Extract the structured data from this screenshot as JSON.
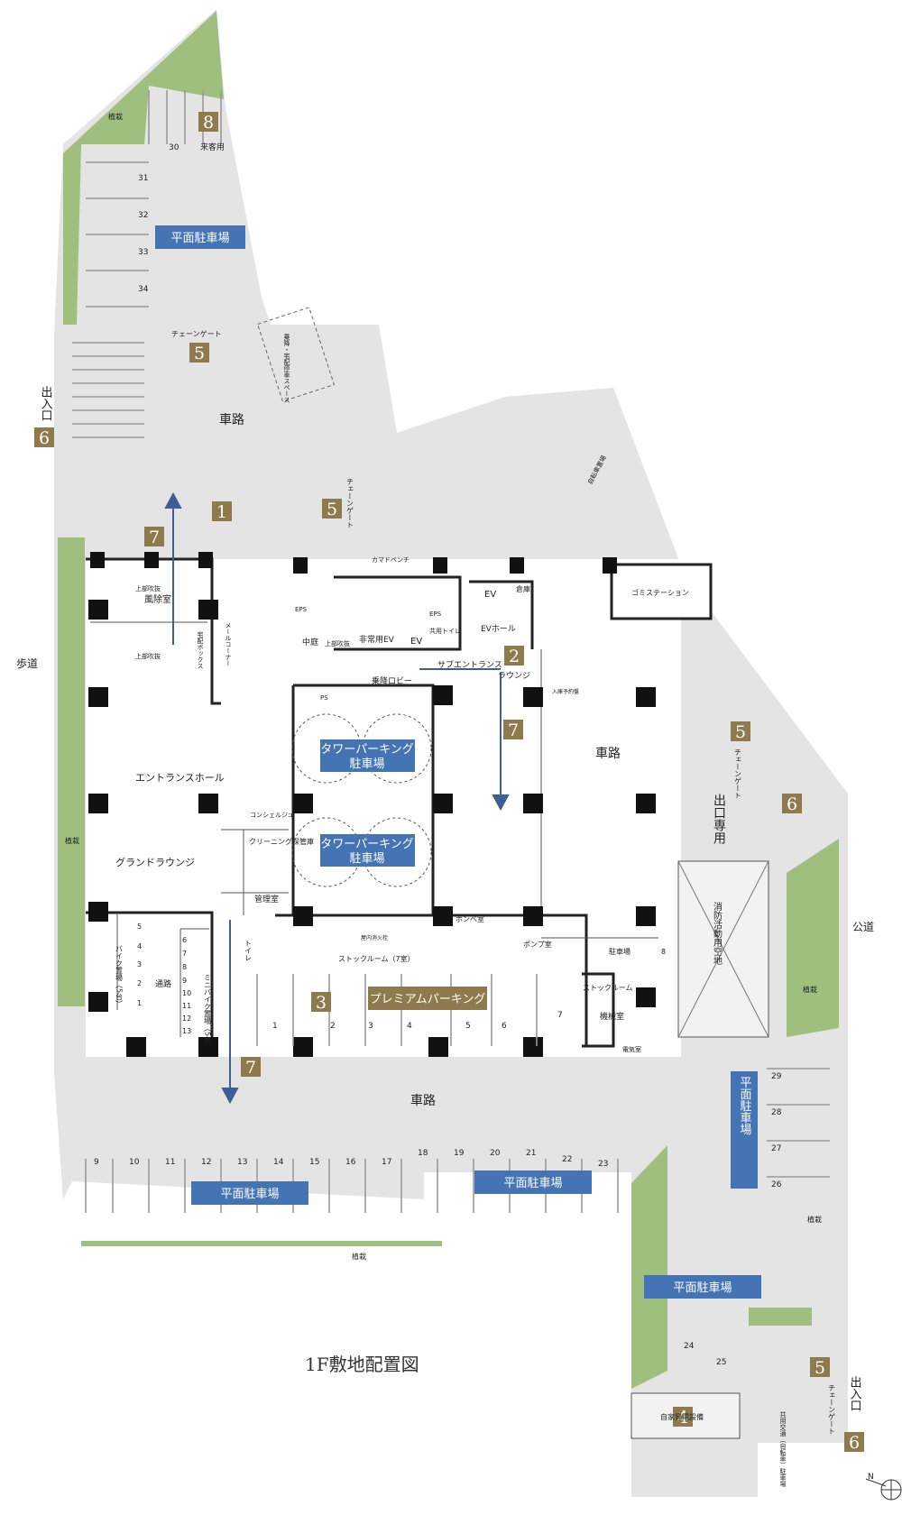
{
  "title": "1F敷地配置図",
  "colors": {
    "road": "#e4e4e4",
    "building": "#ffffff",
    "green": "#9fbf7f",
    "badge": "#8f7a4e",
    "blue": "#4474b3",
    "arrow": "#3d5f96"
  },
  "badges": {
    "b1": "1",
    "b2": "2",
    "b3": "3",
    "b4": "4",
    "b5a": "5",
    "b5b": "5",
    "b5c": "5",
    "b5d": "5",
    "b6a": "6",
    "b6b": "6",
    "b6c": "6",
    "b7a": "7",
    "b7b": "7",
    "b7c": "7",
    "b8": "8"
  },
  "parking_labels": {
    "flat_top": "平面駐車場",
    "flat_bottom_left": "平面駐車場",
    "flat_bottom_mid": "平面駐車場",
    "flat_right": "平面駐車場",
    "flat_bottom_right": "平面駐車場",
    "tower1": "タワーパーキング",
    "tower1_sub": "駐車場",
    "tower2": "タワーパーキング",
    "tower2_sub": "駐車場",
    "premium": "プレミアムパーキング"
  },
  "labels": {
    "road_top": "車路",
    "road_mid": "車路",
    "road_bottom": "車路",
    "sidewalk": "歩道",
    "public_road": "公道",
    "exit_only": "出口専用",
    "entrance_left": "出入口",
    "entrance_right": "出入口",
    "chain_gate_top": "チェーンゲート",
    "chain_gate_mid": "チェーンゲート",
    "chain_gate_right": "チェーンゲート",
    "chain_gate_br": "チェーンゲート",
    "guest": "来客用",
    "planting": "植栽",
    "entrance_hall": "エントランスホール",
    "grand_lounge": "グランドラウンジ",
    "windbreak": "風除室",
    "upper_void": "上部吹抜",
    "upper_void2": "上部吹抜",
    "upper_void3": "上部吹抜",
    "mail_corner": "メールコーナー",
    "delivery_box": "宅配ボックス",
    "courtyard": "中庭",
    "emergency_ev": "非常用EV",
    "ev": "EV",
    "ev2": "EV",
    "ev_hall": "EVホール",
    "storage": "倉庫",
    "eps": "EPS",
    "eps2": "EPS",
    "shared_toilet": "共用トイレ",
    "sub_entrance": "サブエントランス",
    "lounge": "ラウンジ",
    "boarding_lobby": "乗降ロビー",
    "ps": "PS",
    "concierge": "コンシェルジュ",
    "cleaning": "クリーニング保管庫",
    "management": "管理室",
    "toilet": "トイレ",
    "stock_room": "ストックルーム（7室）",
    "stock_room2": "ストックルーム",
    "bike": "バイク置場（5台）",
    "minibike": "ミニバイク置場（5台）",
    "passage": "通路",
    "pump_room": "ポンプ室",
    "cylinder_room": "ボンベ室",
    "machine_room": "機械室",
    "electric_room": "電気室",
    "garbage": "ゴミステーション",
    "fire_space": "消防活動用空地",
    "generator": "自家発電設備",
    "bicycle": "自転車置場",
    "shared_bicycle": "共用交通（自転車）駐車場",
    "parking_8": "駐車場",
    "boarding_space": "乗降・宅配停車スペース",
    "bench": "カマドベンチ",
    "entry_panel": "入庫予約盤",
    "fire_hydrant": "屋内消火栓",
    "north": "N"
  },
  "stalls": {
    "top": [
      "30",
      "31",
      "32",
      "33",
      "34"
    ],
    "bottom_row": [
      "9",
      "10",
      "11",
      "12",
      "13",
      "14",
      "15",
      "16",
      "17",
      "18",
      "19",
      "20",
      "21",
      "22",
      "23"
    ],
    "right_row": [
      "29",
      "28",
      "27",
      "26"
    ],
    "bottom_right": [
      "24",
      "25"
    ],
    "premium": [
      "1",
      "2",
      "3",
      "4",
      "5",
      "6",
      "7"
    ],
    "bike": [
      "5",
      "4",
      "3",
      "2",
      "1"
    ],
    "minibike": [
      "6",
      "7",
      "8",
      "9",
      "10",
      "11",
      "12",
      "13"
    ],
    "stall_8": "8"
  }
}
